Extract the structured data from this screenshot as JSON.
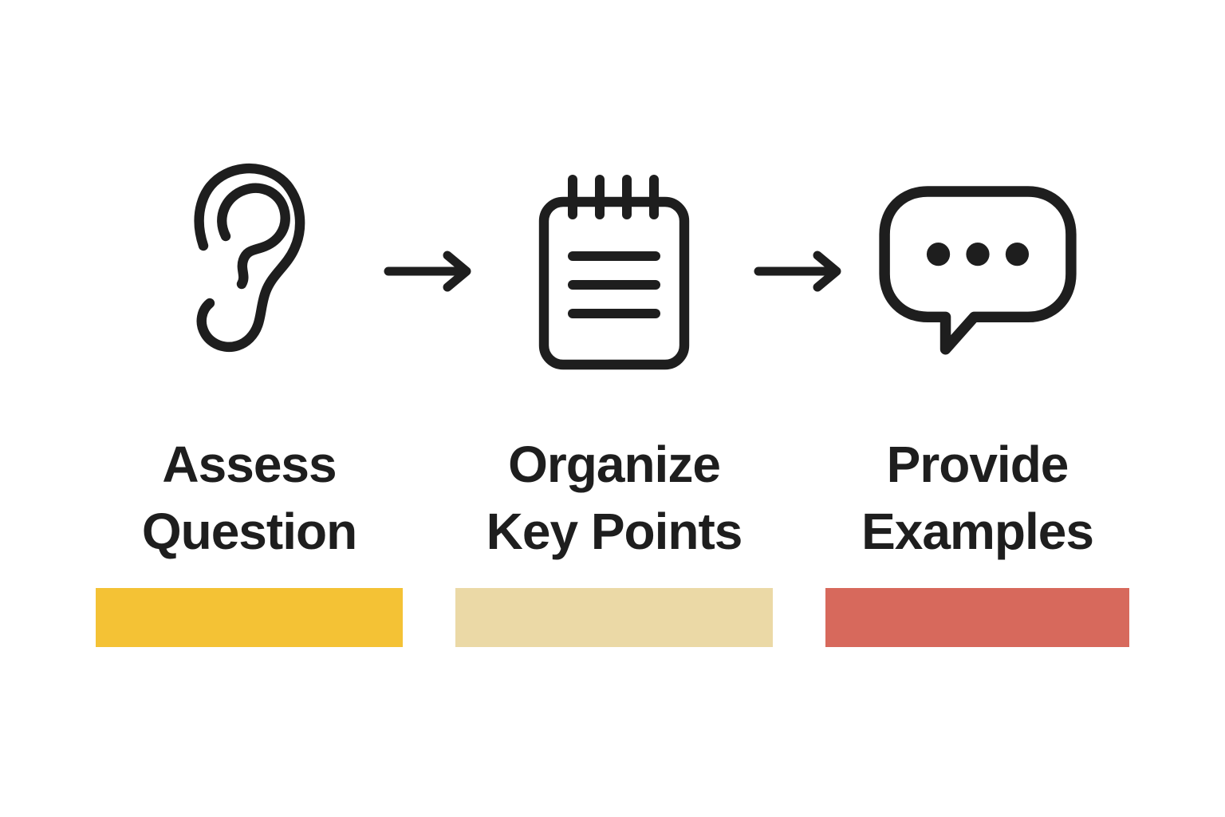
{
  "diagram": {
    "steps": [
      {
        "icon": "ear-icon",
        "label": [
          "Assess",
          "Question"
        ],
        "bar_color": "#F4C235",
        "bar_style": "background-color:#F4C235"
      },
      {
        "icon": "notepad-icon",
        "label": [
          "Organize",
          "Key Points"
        ],
        "bar_color": "#EBD9A6",
        "bar_style": "background-color:#EBD9A6"
      },
      {
        "icon": "speech-bubble-icon",
        "label": [
          "Provide",
          "Examples"
        ],
        "bar_color": "#D7695C",
        "bar_style": "background-color:#D7695C"
      }
    ],
    "connector": "right-arrow",
    "colors": {
      "background": "#FFFFFF",
      "icon_stroke": "#1E1E1E",
      "text": "#1E1E1E"
    }
  }
}
